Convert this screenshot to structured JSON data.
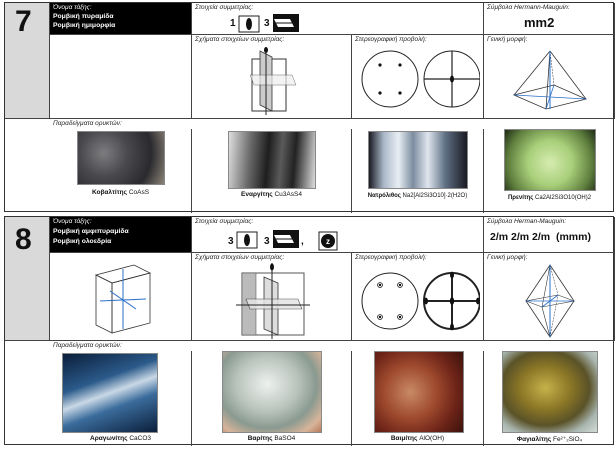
{
  "cards": [
    {
      "number": "7",
      "class_name_label": "Όνομα τάξης:",
      "class_name_1": "Ρομβική πυραμίδα",
      "class_name_2": "Ρομβική ημιμορφία",
      "symmetry_elements_label": "Στοιχεία συμμετρίας:",
      "symmetry_elements": [
        "1",
        "3"
      ],
      "hm_label": "Σύμβολα Hermann-Mauguin:",
      "hm_symbol": "mm2",
      "symmetry_schema_label": "Σχήματα στοιχείων συμμετρίας:",
      "stereo_label": "Στερεογραφική προβολή:",
      "form_label": "Γενική μορφή:",
      "examples_label": "Παραδείγματα ορυκτών:",
      "minerals": [
        {
          "name": "Κοβαλτίτης",
          "formula": "CoAsS"
        },
        {
          "name": "Εναργίτης",
          "formula": "Cu3AsS4"
        },
        {
          "name": "Νατρόλιθος",
          "formula": "Na2[Al2Si3O10]·2(H2O)"
        },
        {
          "name": "Πρενίτης",
          "formula": "Ca2Al2Si3O10(OH)2"
        }
      ]
    },
    {
      "number": "8",
      "class_name_label": "Όνομα τάξης:",
      "class_name_1": "Ρομβική αμφιπυραμίδα",
      "class_name_2": "Ρομβική ολοεδρία",
      "symmetry_elements_label": "Στοιχεία συμμετρίας:",
      "symmetry_elements": [
        "3",
        "3",
        ","
      ],
      "hm_label": "Σύμβολα Herman-Mauguin:",
      "hm_symbol": "2/m 2/m 2/m  (mmm)",
      "symmetry_schema_label": "Σχήματα στοιχείων συμμετρίας:",
      "stereo_label": "Στερεογραφική προβολή:",
      "form_label": "Γενική μορφή:",
      "examples_label": "Παραδείγματα ορυκτών:",
      "minerals": [
        {
          "name": "Αραγωνίτης",
          "formula": "CaCO3"
        },
        {
          "name": "Βαρίτης",
          "formula": "BaSO4"
        },
        {
          "name": "Βαιμίτης",
          "formula": "AlO(OH)"
        },
        {
          "name": "Φαγιαλίτης",
          "formula": "Fe²⁺₂SiO₄"
        }
      ]
    }
  ]
}
